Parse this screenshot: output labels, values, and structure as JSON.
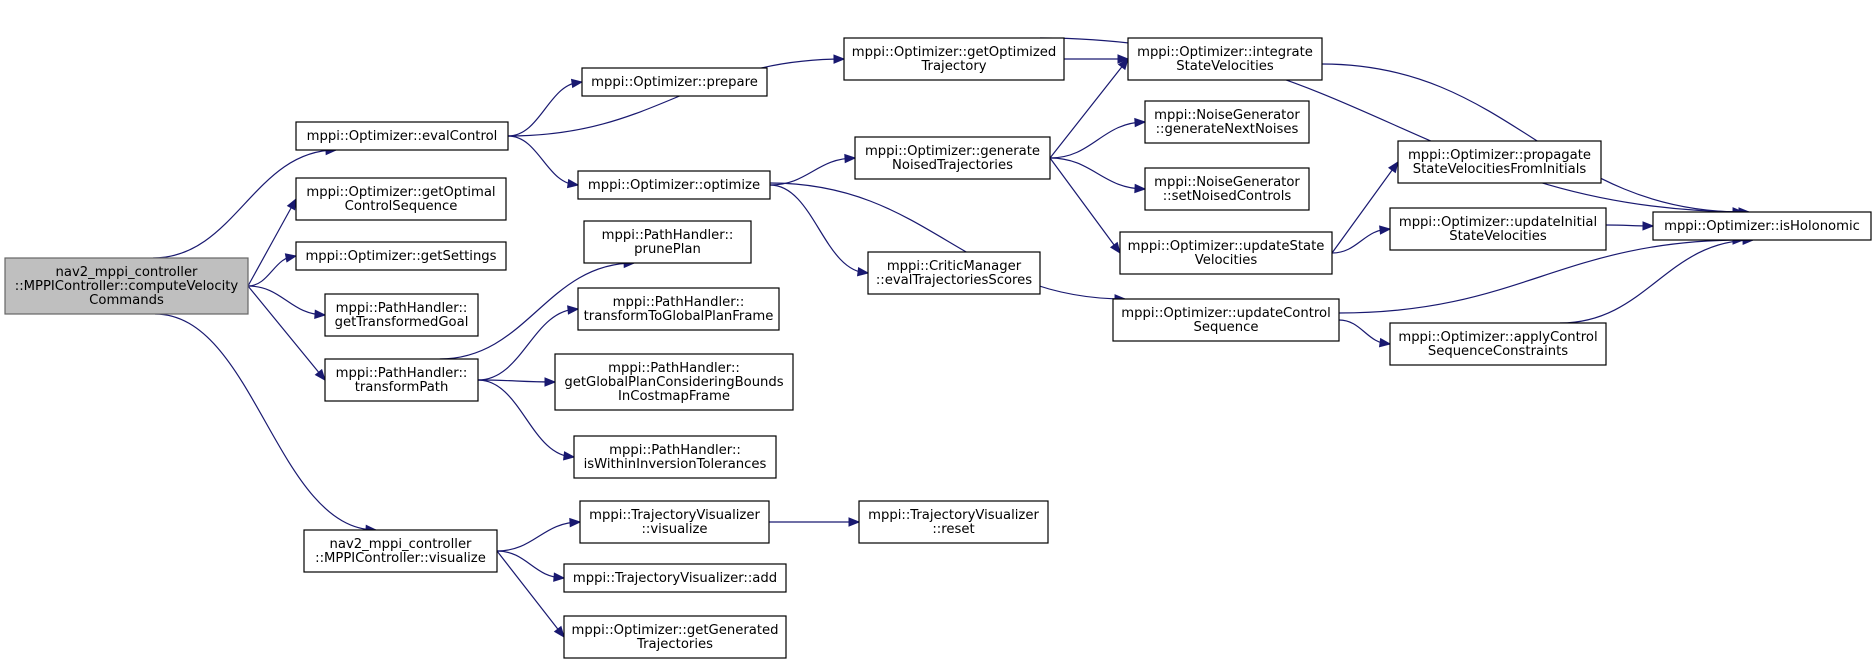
{
  "graph": {
    "edge_color": "#191970",
    "root_fill": "#bfbfbf",
    "nodes": [
      {
        "id": "root",
        "lines": [
          "nav2_mppi_controller",
          "::MPPIController::computeVelocity",
          "Commands"
        ],
        "root": true
      },
      {
        "id": "evalControl",
        "lines": [
          "mppi::Optimizer::evalControl"
        ]
      },
      {
        "id": "getOptCtrl",
        "lines": [
          "mppi::Optimizer::getOptimal",
          "ControlSequence"
        ]
      },
      {
        "id": "getSettings",
        "lines": [
          "mppi::Optimizer::getSettings"
        ]
      },
      {
        "id": "getTransGoal",
        "lines": [
          "mppi::PathHandler::",
          "getTransformedGoal"
        ]
      },
      {
        "id": "transformPath",
        "lines": [
          "mppi::PathHandler::",
          "transformPath"
        ]
      },
      {
        "id": "visualize",
        "lines": [
          "nav2_mppi_controller",
          "::MPPIController::visualize"
        ]
      },
      {
        "id": "prepare",
        "lines": [
          "mppi::Optimizer::prepare"
        ]
      },
      {
        "id": "optimize",
        "lines": [
          "mppi::Optimizer::optimize"
        ]
      },
      {
        "id": "getOptTraj",
        "lines": [
          "mppi::Optimizer::getOptimized",
          "Trajectory"
        ]
      },
      {
        "id": "genNoised",
        "lines": [
          "mppi::Optimizer::generate",
          "NoisedTrajectories"
        ]
      },
      {
        "id": "evalScores",
        "lines": [
          "mppi::CriticManager",
          "::evalTrajectoriesScores"
        ]
      },
      {
        "id": "updCtrlSeq",
        "lines": [
          "mppi::Optimizer::updateControl",
          "Sequence"
        ]
      },
      {
        "id": "integrate",
        "lines": [
          "mppi::Optimizer::integrate",
          "StateVelocities"
        ]
      },
      {
        "id": "genNext",
        "lines": [
          "mppi::NoiseGenerator",
          "::generateNextNoises"
        ]
      },
      {
        "id": "setNoised",
        "lines": [
          "mppi::NoiseGenerator",
          "::setNoisedControls"
        ]
      },
      {
        "id": "updState",
        "lines": [
          "mppi::Optimizer::updateState",
          "Velocities"
        ]
      },
      {
        "id": "propagate",
        "lines": [
          "mppi::Optimizer::propagate",
          "StateVelocitiesFromInitials"
        ]
      },
      {
        "id": "updInitial",
        "lines": [
          "mppi::Optimizer::updateInitial",
          "StateVelocities"
        ]
      },
      {
        "id": "applyCtrl",
        "lines": [
          "mppi::Optimizer::applyControl",
          "SequenceConstraints"
        ]
      },
      {
        "id": "isHolonomic",
        "lines": [
          "mppi::Optimizer::isHolonomic"
        ]
      },
      {
        "id": "prunePlan",
        "lines": [
          "mppi::PathHandler::",
          "prunePlan"
        ]
      },
      {
        "id": "toGlobal",
        "lines": [
          "mppi::PathHandler::",
          "transformToGlobalPlanFrame"
        ]
      },
      {
        "id": "getGlobal",
        "lines": [
          "mppi::PathHandler::",
          "getGlobalPlanConsideringBounds",
          "InCostmapFrame"
        ]
      },
      {
        "id": "isWithin",
        "lines": [
          "mppi::PathHandler::",
          "isWithinInversionTolerances"
        ]
      },
      {
        "id": "tvVisualize",
        "lines": [
          "mppi::TrajectoryVisualizer",
          "::visualize"
        ]
      },
      {
        "id": "tvReset",
        "lines": [
          "mppi::TrajectoryVisualizer",
          "::reset"
        ]
      },
      {
        "id": "tvAdd",
        "lines": [
          "mppi::TrajectoryVisualizer::add"
        ]
      },
      {
        "id": "getGenTraj",
        "lines": [
          "mppi::Optimizer::getGenerated",
          "Trajectories"
        ]
      }
    ],
    "edges": [
      [
        "root",
        "evalControl"
      ],
      [
        "root",
        "getOptCtrl"
      ],
      [
        "root",
        "getSettings"
      ],
      [
        "root",
        "getTransGoal"
      ],
      [
        "root",
        "transformPath"
      ],
      [
        "root",
        "visualize"
      ],
      [
        "evalControl",
        "prepare"
      ],
      [
        "evalControl",
        "optimize"
      ],
      [
        "evalControl",
        "getOptTraj"
      ],
      [
        "optimize",
        "genNoised"
      ],
      [
        "optimize",
        "evalScores"
      ],
      [
        "optimize",
        "updCtrlSeq"
      ],
      [
        "getOptTraj",
        "integrate"
      ],
      [
        "getOptTraj",
        "isHolonomic"
      ],
      [
        "genNoised",
        "integrate"
      ],
      [
        "genNoised",
        "genNext"
      ],
      [
        "genNoised",
        "setNoised"
      ],
      [
        "genNoised",
        "updState"
      ],
      [
        "integrate",
        "isHolonomic"
      ],
      [
        "updState",
        "propagate"
      ],
      [
        "updState",
        "updInitial"
      ],
      [
        "updInitial",
        "isHolonomic"
      ],
      [
        "updCtrlSeq",
        "isHolonomic"
      ],
      [
        "updCtrlSeq",
        "applyCtrl"
      ],
      [
        "applyCtrl",
        "isHolonomic"
      ],
      [
        "transformPath",
        "prunePlan"
      ],
      [
        "transformPath",
        "toGlobal"
      ],
      [
        "transformPath",
        "getGlobal"
      ],
      [
        "transformPath",
        "isWithin"
      ],
      [
        "visualize",
        "tvVisualize"
      ],
      [
        "visualize",
        "tvAdd"
      ],
      [
        "visualize",
        "getGenTraj"
      ],
      [
        "tvVisualize",
        "tvReset"
      ]
    ]
  }
}
